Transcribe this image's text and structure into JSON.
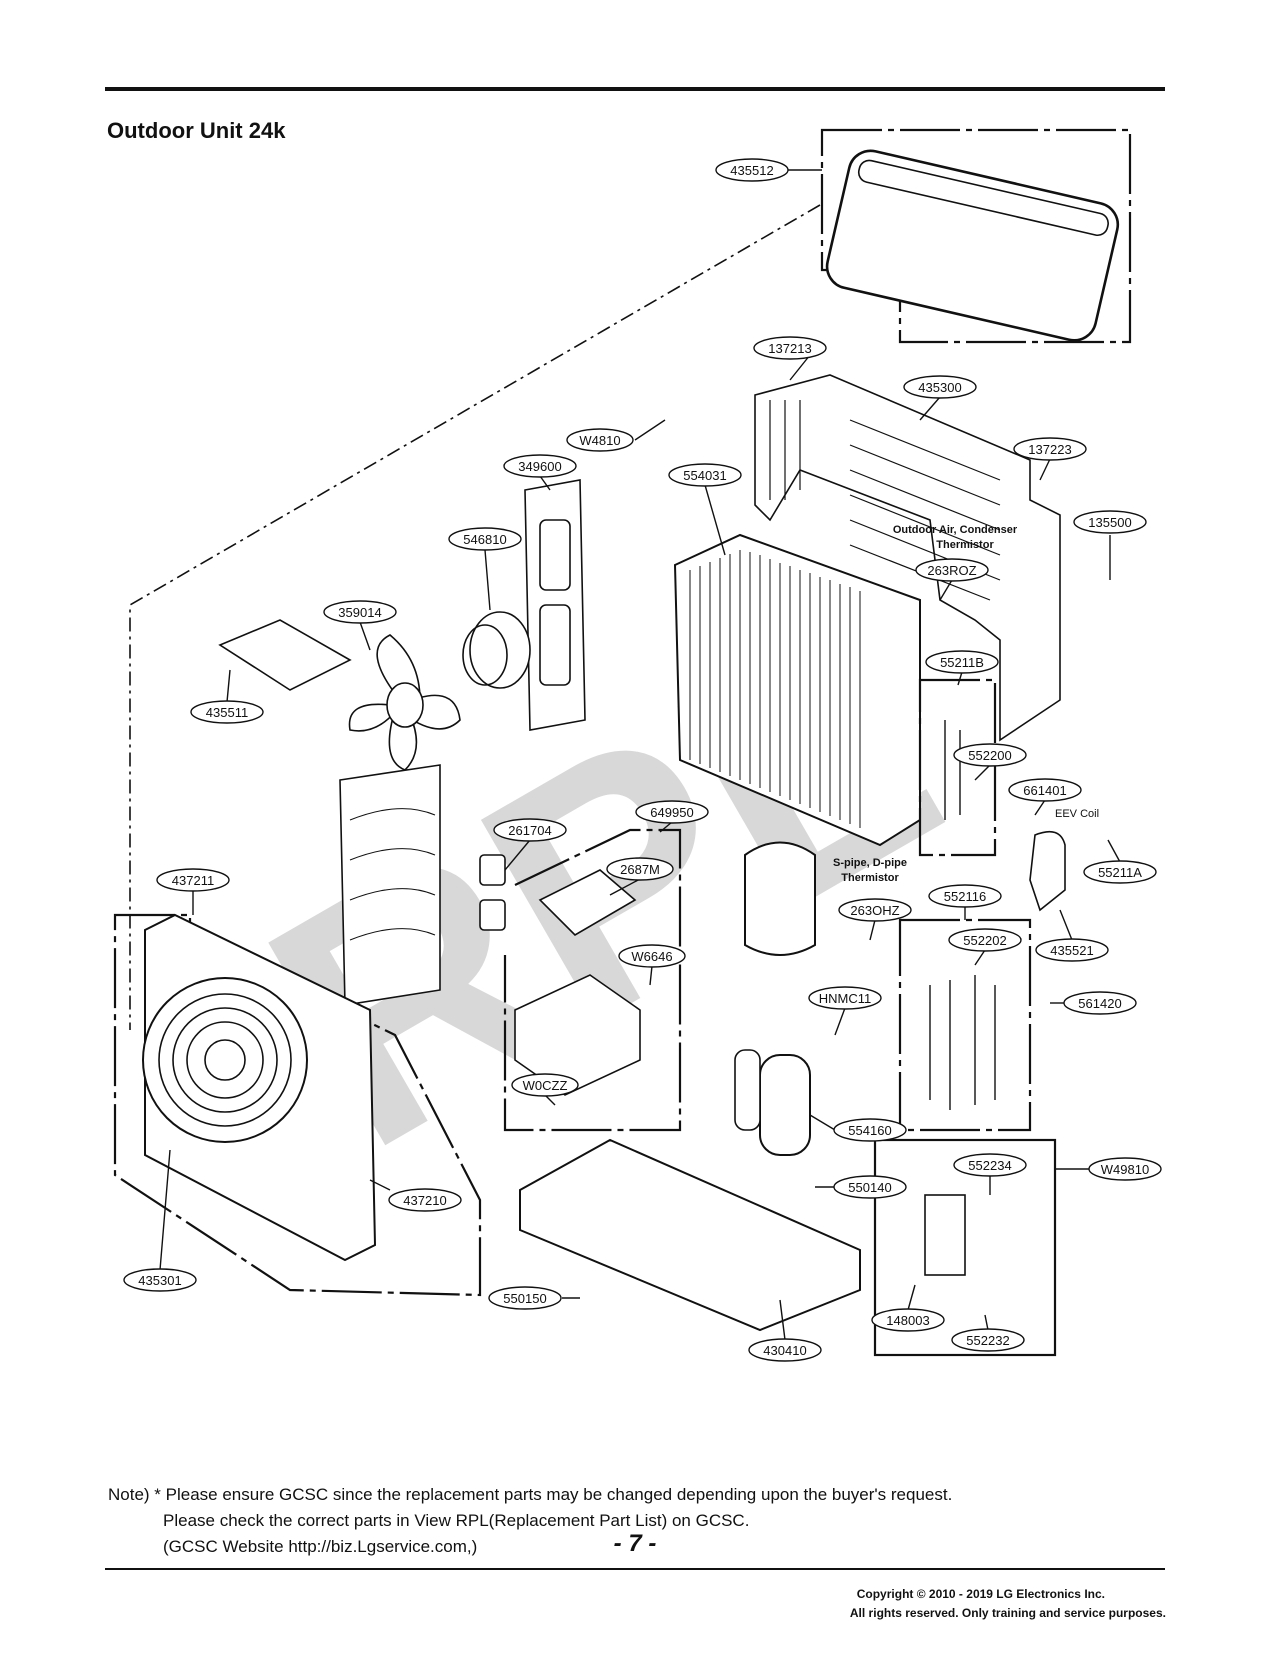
{
  "header": {
    "title": "Outdoor Unit 24k"
  },
  "watermark": "RPL",
  "callouts": [
    "435512",
    "137213",
    "435300",
    "W4810",
    "349600",
    "554031",
    "137223",
    "135500",
    "546810",
    "263ROZ",
    "359014",
    "55211B",
    "435511",
    "552200",
    "661401",
    "261704",
    "649950",
    "437211",
    "2687M",
    "55211A",
    "263OHZ",
    "552116",
    "W6646",
    "552202",
    "435521",
    "HNMC11",
    "561420",
    "W0CZZ",
    "554160",
    "552234",
    "W49810",
    "550140",
    "437210",
    "435301",
    "550150",
    "148003",
    "552232",
    "430410"
  ],
  "annotations": {
    "outdoor_thermistor": [
      "Outdoor Air, Condenser",
      "Thermistor"
    ],
    "eev_coil": "EEV Coil",
    "pipe_thermistor": [
      "S-pipe, D-pipe",
      "Thermistor"
    ]
  },
  "note": {
    "line1": "Note) * Please ensure GCSC since the replacement parts may be changed depending upon the buyer's request.",
    "line2": "Please check  the correct parts in View RPL(Replacement Part List) on GCSC.",
    "line3": "(GCSC Website  http://biz.Lgservice.com,)"
  },
  "footer": {
    "page_number": "- 7 -",
    "copyright_line1": "Copyright © 2010 - 2019 LG Electronics Inc.",
    "copyright_line2": "All rights reserved. Only training and service purposes."
  }
}
